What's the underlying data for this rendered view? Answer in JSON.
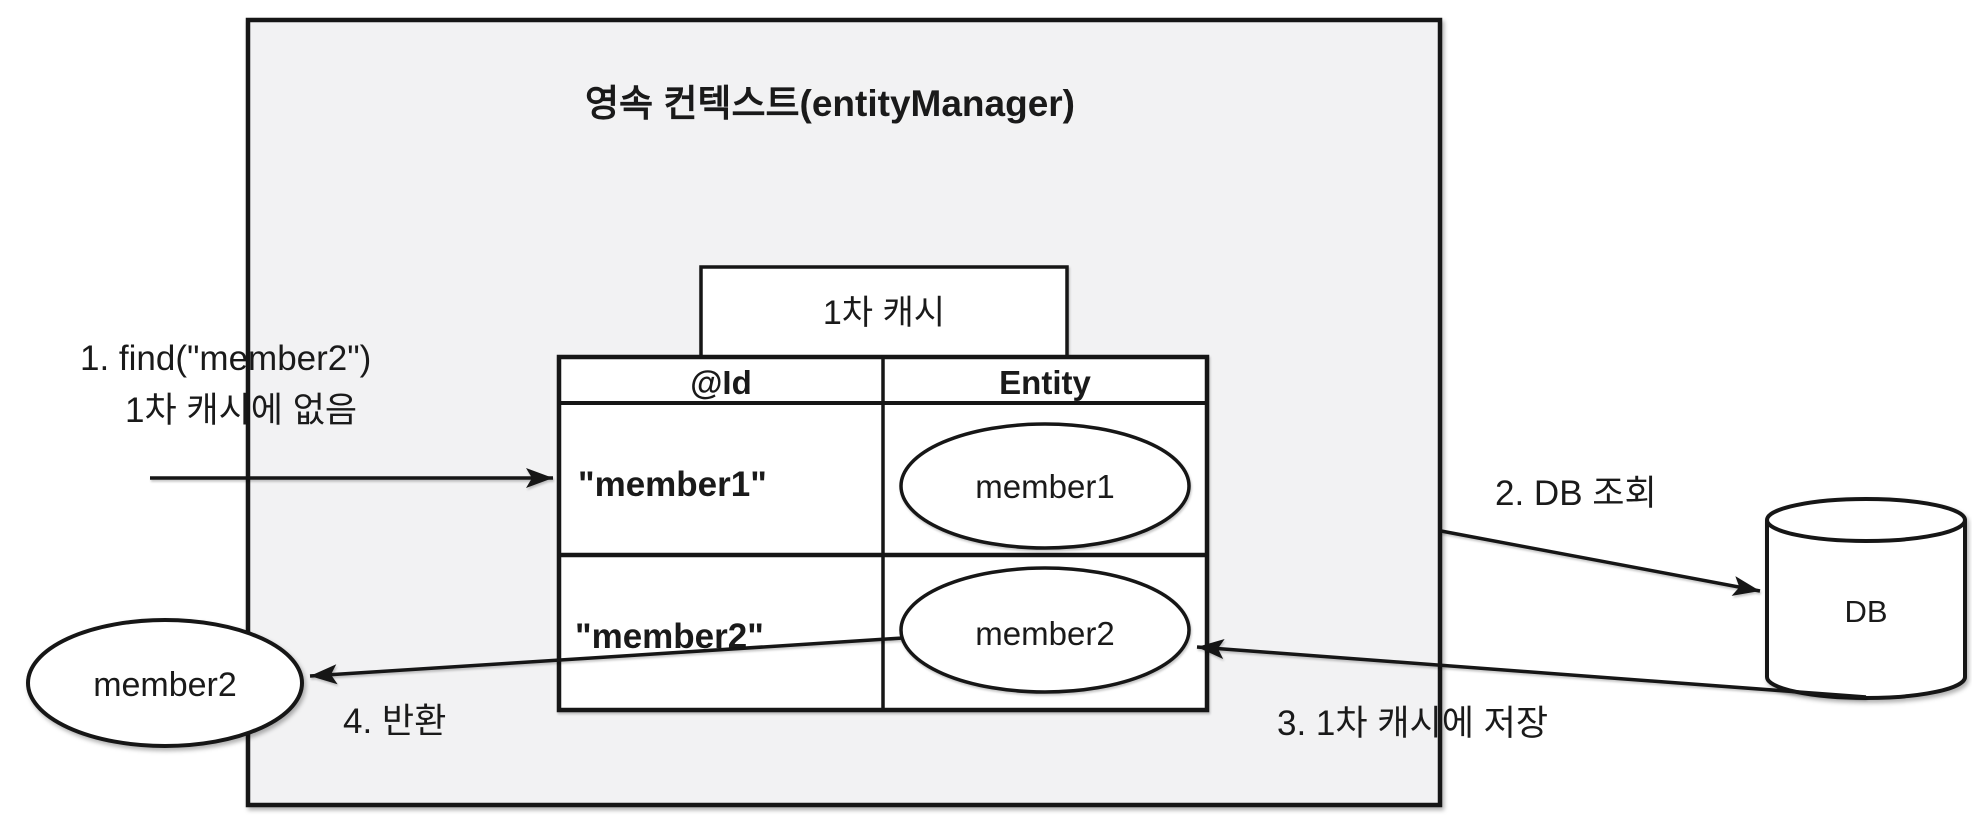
{
  "diagram": {
    "title": "영속 컨텍스트(entityManager)",
    "cache_box_label": "1차 캐시",
    "cache_table": {
      "headers": [
        "@Id",
        "Entity"
      ],
      "rows": [
        {
          "id": "\"member1\"",
          "entity": "member1"
        },
        {
          "id": "\"member2\"",
          "entity": "member2"
        }
      ]
    },
    "returned_entity_label": "member2",
    "database_label": "DB",
    "steps": {
      "step1_line1": "1. find(\"member2\")",
      "step1_line2": "1차 캐시에 없음",
      "step2": "2. DB 조회",
      "step3": "3. 1차 캐시에 저장",
      "step4": "4. 반환"
    },
    "colors": {
      "context_box_fill": "#f2f2f3",
      "shape_fill": "#ffffff",
      "stroke": "#161616"
    }
  }
}
